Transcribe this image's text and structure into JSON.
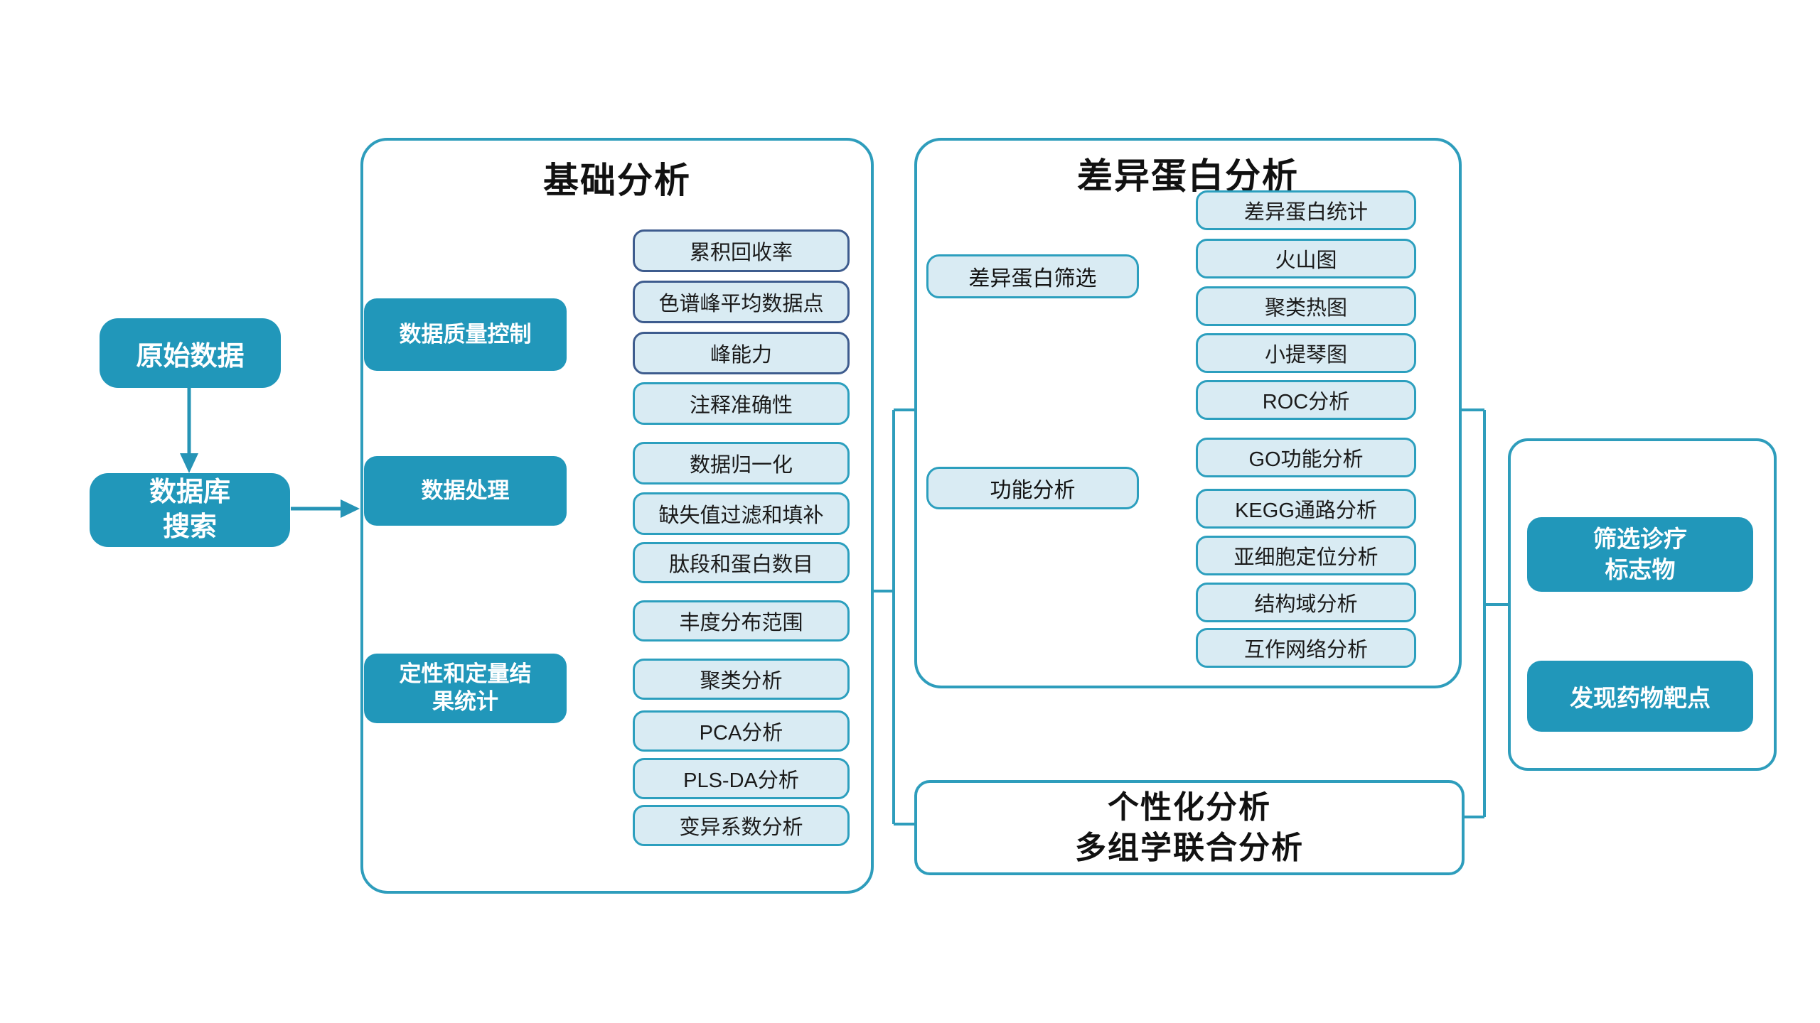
{
  "diagram_type": "proteomics-analysis-flowchart",
  "colors": {
    "teal_fill": "#2197BA",
    "teal_line": "#2E9DBC",
    "light_blue_fill": "#D9EBF3",
    "navy_border": "#3E5C8E",
    "text_black": "#111111",
    "text_white": "#ffffff",
    "background": "#ffffff"
  },
  "flow": {
    "source_box": "原始数据",
    "search_box": "数据库\n搜索"
  },
  "panel_basic": {
    "title": "基础分析",
    "groups": [
      {
        "parent": "数据质量控制",
        "children": [
          "累积回收率",
          "色谱峰平均数据点",
          "峰能力",
          "注释准确性"
        ]
      },
      {
        "parent": "数据处理",
        "children": [
          "数据归一化",
          "缺失值过滤和填补"
        ]
      },
      {
        "parent": "定性和定量结\n果统计",
        "children": [
          "肽段和蛋白数目",
          "丰度分布范围",
          "聚类分析",
          "PCA分析",
          "PLS-DA分析",
          "变异系数分析"
        ]
      }
    ]
  },
  "panel_dep": {
    "title": "差异蛋白分析",
    "groups": [
      {
        "parent": "差异蛋白筛选",
        "children": [
          "差异蛋白统计",
          "火山图",
          "聚类热图",
          "小提琴图",
          "ROC分析"
        ]
      },
      {
        "parent": "功能分析",
        "children": [
          "GO功能分析",
          "KEGG通路分析",
          "亚细胞定位分析",
          "结构域分析",
          "互作网络分析"
        ]
      }
    ]
  },
  "panel_personalized": {
    "title": "个性化分析\n多组学联合分析"
  },
  "panel_outcome": {
    "marker_box": "筛选诊疗\n标志物",
    "target_box": "发现药物靶点"
  }
}
